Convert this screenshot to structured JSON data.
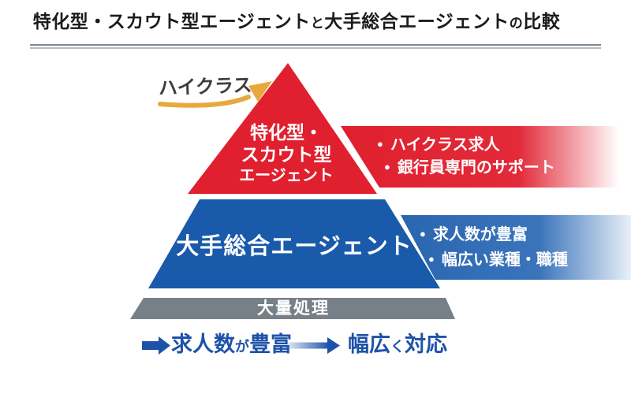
{
  "title": {
    "main1": "特化型・スカウト型エージェント",
    "conn1": "と",
    "main2": "大手総合エージェント",
    "conn2": "の",
    "main3": "比較"
  },
  "highclass": {
    "label": "ハイクラス"
  },
  "pyramid": {
    "top": {
      "line1": "特化型・",
      "line2": "スカウト型",
      "line3": "エージェント"
    },
    "middle": {
      "label": "大手総合エージェント"
    },
    "base": {
      "label": "大量処理"
    }
  },
  "banners": {
    "red": {
      "bullet": "●",
      "items": [
        "ハイクラス求人",
        "銀行員専門のサポート"
      ]
    },
    "blue": {
      "bullet": "●",
      "items": [
        "求人数が豊富",
        "幅広い業種・職種"
      ]
    }
  },
  "legend": {
    "first": {
      "a": "求人数",
      "b": "が",
      "c": "豊富"
    },
    "second": {
      "a": "幅広",
      "b": "く",
      "c": "対応"
    }
  },
  "colors": {
    "red": "#e0202e",
    "blue": "#1a5aab",
    "bannerblue": "#2a66b0",
    "gray": "#778089",
    "orange": "#e9a83d",
    "legendblue": "#1d52a8",
    "ink": "#1b1b1b"
  }
}
